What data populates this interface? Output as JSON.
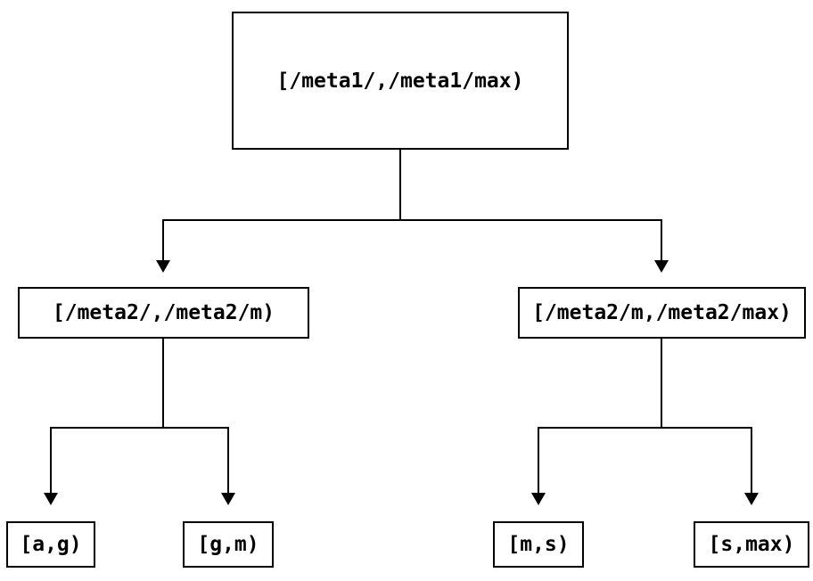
{
  "diagram": {
    "type": "tree",
    "background": "#ffffff",
    "line_color": "#000000",
    "text_color": "#000000",
    "root": {
      "label": "[/meta1/,/meta1/max)"
    },
    "children": [
      {
        "label": "[/meta2/,/meta2/m)",
        "children": [
          {
            "label": "[a,g)"
          },
          {
            "label": "[g,m)"
          }
        ]
      },
      {
        "label": "[/meta2/m,/meta2/max)",
        "children": [
          {
            "label": "[m,s)"
          },
          {
            "label": "[s,max)"
          }
        ]
      }
    ]
  }
}
